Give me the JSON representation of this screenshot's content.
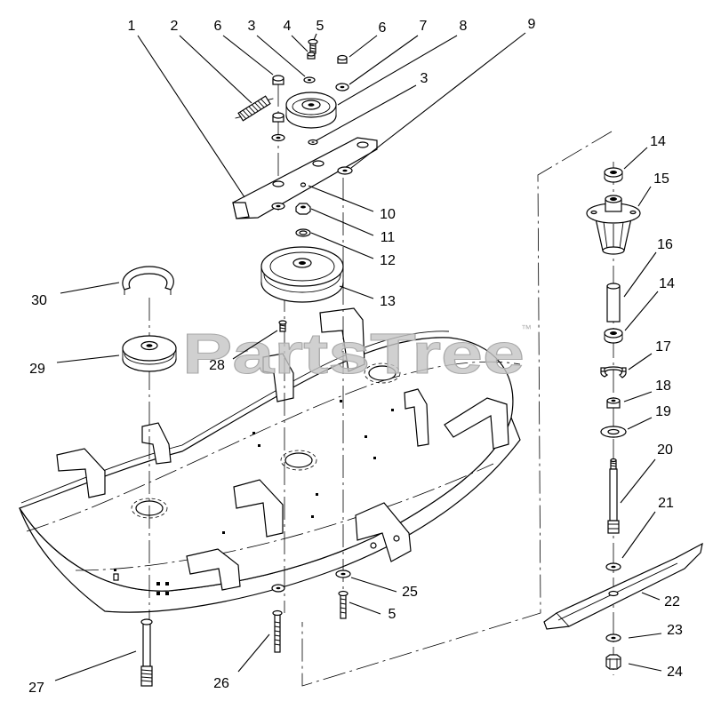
{
  "diagram": {
    "callouts": [
      "1",
      "2",
      "6",
      "3",
      "4",
      "5",
      "6",
      "7",
      "8",
      "9",
      "3",
      "10",
      "11",
      "12",
      "13",
      "30",
      "29",
      "28",
      "14",
      "15",
      "16",
      "14",
      "17",
      "18",
      "19",
      "20",
      "21",
      "22",
      "23",
      "24",
      "25",
      "5",
      "26",
      "27"
    ]
  },
  "watermark": {
    "text": "PartsTree",
    "tm": "™"
  }
}
